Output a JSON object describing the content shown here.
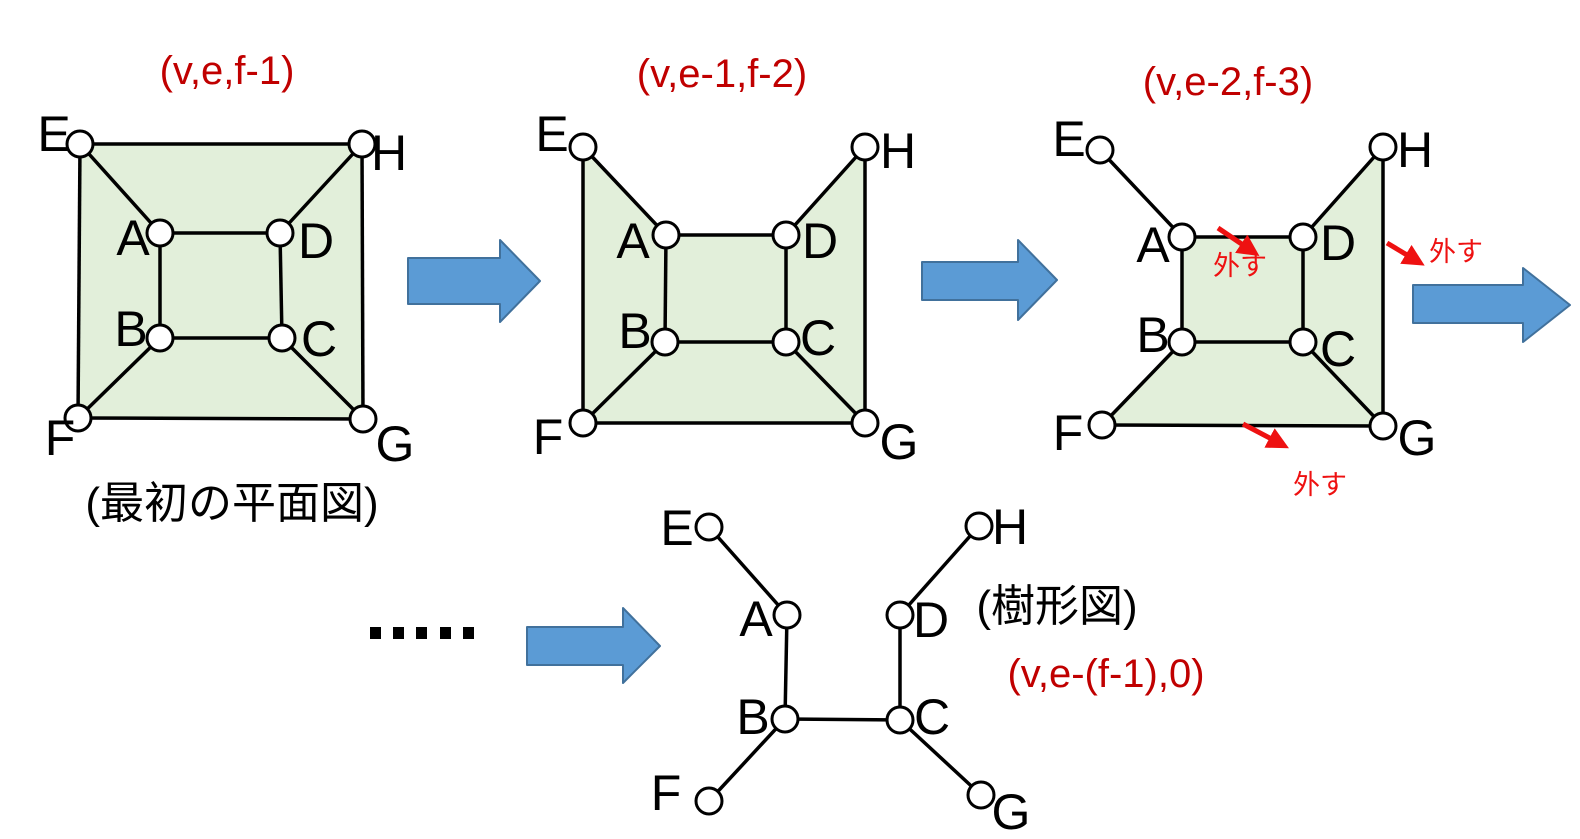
{
  "titles": {
    "step1": "(v,e,f-1)",
    "step2": "(v,e-1,f-2)",
    "step3": "(v,e-2,f-3)",
    "final": "(v,e-(f-1),0)"
  },
  "captions": {
    "initial": "(最初の平面図)",
    "tree": "(樹形図)"
  },
  "annotations": {
    "remove1": "外す",
    "remove2": "外す",
    "remove3": "外す",
    "ellipsis_dot_count": 5
  },
  "nodes": {
    "A": "A",
    "B": "B",
    "C": "C",
    "D": "D",
    "E": "E",
    "F": "F",
    "G": "G",
    "H": "H"
  },
  "graphs": {
    "step1": {
      "vertices": [
        "A",
        "B",
        "C",
        "D",
        "E",
        "F",
        "G",
        "H"
      ],
      "edges": [
        "E-H",
        "H-G",
        "G-F",
        "F-E",
        "A-D",
        "D-C",
        "C-B",
        "B-A",
        "E-A",
        "H-D",
        "G-C",
        "F-B"
      ],
      "shaded_faces": [
        "all bounded faces"
      ]
    },
    "step2": {
      "removed_edges": [
        "E-H"
      ],
      "shaded_faces": [
        "E-A-B-F",
        "A-D-C-B",
        "H-D-C-G",
        "F-B-C-G"
      ]
    },
    "step3": {
      "removed_edges": [
        "E-H",
        "E-F"
      ],
      "edges_marked_for_removal": [
        "A-D",
        "H-G",
        "F-G"
      ],
      "shaded_faces": [
        "A-D-C-B",
        "H-D-C-G",
        "F-B-C-G"
      ]
    },
    "tree": {
      "edges": [
        "E-A",
        "A-B",
        "B-F",
        "B-C",
        "C-D",
        "D-H",
        "C-G"
      ]
    }
  },
  "colors": {
    "background": "#ffffff",
    "face_fill": "#e2efda",
    "edge_stroke": "#000000",
    "blue_arrow_fill": "#5b9bd5",
    "blue_arrow_stroke": "#41719c",
    "title_red": "#c00000",
    "annotation_red": "#ee1111"
  }
}
